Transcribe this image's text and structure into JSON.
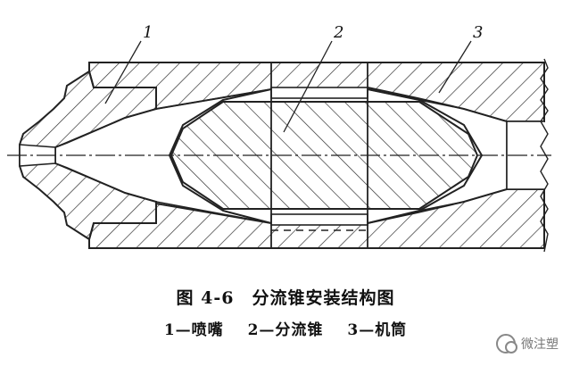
{
  "diagram": {
    "part_labels": [
      "1",
      "2",
      "3"
    ]
  },
  "caption": {
    "title": "图 4-6　分流锥安装结构图",
    "legend": [
      {
        "num": "1",
        "dash": "—",
        "name": "喷嘴"
      },
      {
        "num": "2",
        "dash": "—",
        "name": "分流锥"
      },
      {
        "num": "3",
        "dash": "—",
        "name": "机筒"
      }
    ]
  },
  "watermark": {
    "text": "微注塑"
  },
  "colors": {
    "line": "#222222",
    "hatch": "#333333",
    "background": "#ffffff"
  }
}
